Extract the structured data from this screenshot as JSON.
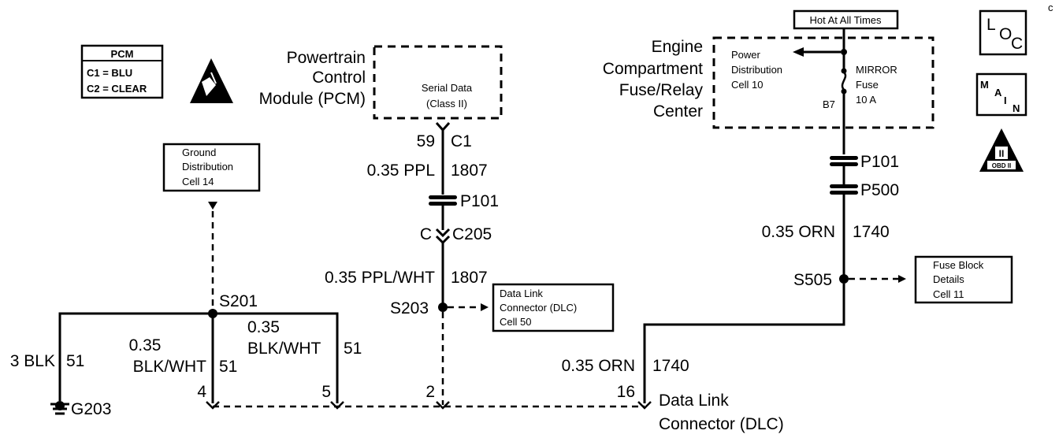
{
  "pcm_legend": {
    "title": "PCM",
    "c1": "C1 = BLU",
    "c2": "C2 = CLEAR"
  },
  "pcm_label": [
    "Powertrain",
    "Control",
    "Module (PCM)"
  ],
  "pcm_box": [
    "Serial Data",
    "(Class II)"
  ],
  "hot_label": "Hot At All Times",
  "efrc_label": [
    "Engine",
    "Compartment",
    "Fuse/Relay",
    "Center"
  ],
  "power_dist": [
    "Power",
    "Distribution",
    "Cell 10"
  ],
  "mirror_fuse": [
    "MIRROR",
    "Fuse",
    "10 A"
  ],
  "b7": "B7",
  "ground_dist": [
    "Ground",
    "Distribution",
    "Cell 14"
  ],
  "dlc_ref": [
    "Data Link",
    "Connector (DLC)",
    "Cell 50"
  ],
  "fuse_block": [
    "Fuse Block",
    "Details",
    "Cell 11"
  ],
  "wires": {
    "pin59": "59",
    "c1": "C1",
    "ppl_gauge": "0.35 PPL",
    "ppl_circuit": "1807",
    "p101": "P101",
    "c": "C",
    "c205": "C205",
    "pplwht_gauge": "0.35 PPL/WHT",
    "pplwht_circuit": "1807",
    "s203": "S203",
    "p101_right": "P101",
    "p500": "P500",
    "orn_gauge": "0.35 ORN",
    "orn_circuit": "1740",
    "s505": "S505",
    "orn2_gauge": "0.35 ORN",
    "orn2_circuit": "1740",
    "s201": "S201",
    "blk_gauge": "3 BLK",
    "blk_circuit": "51",
    "blkwht1_gauge": "0.35",
    "blkwht1_color": "BLK/WHT",
    "blkwht1_circuit": "51",
    "blkwht2_gauge": "0.35",
    "blkwht2_color": "BLK/WHT",
    "blkwht2_circuit": "51",
    "g203": "G203",
    "pin4": "4",
    "pin5": "5",
    "pin2": "2",
    "pin16": "16",
    "dlc_label": [
      "Data Link",
      "Connector (DLC)"
    ]
  },
  "icons": {
    "loc": [
      "L",
      "O",
      "C"
    ],
    "main": [
      "M",
      "A",
      "I",
      "N"
    ],
    "obd": [
      "II",
      "OBD II"
    ],
    "corner": "c"
  }
}
